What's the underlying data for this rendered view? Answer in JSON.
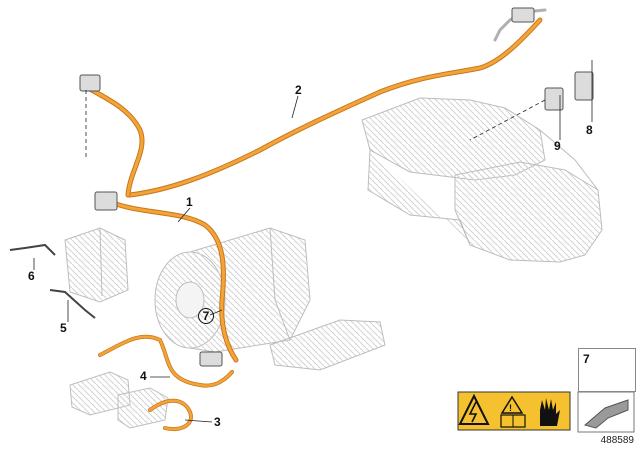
{
  "diagram": {
    "callouts": [
      "1",
      "2",
      "3",
      "4",
      "5",
      "6",
      "7",
      "8",
      "9"
    ],
    "legend_number": "7",
    "diagram_id": "488589",
    "colors": {
      "cable": "#f2a43a",
      "cable_dark": "#c9771a",
      "part_outline": "#b8b8b8",
      "part_fill": "#ececec",
      "warning_yellow": "#f5c12e"
    },
    "icons": [
      "high-voltage-warning-icon",
      "caution-triangle-icon",
      "manual-info-icon",
      "protective-glove-icon",
      "torque-wrench-icon",
      "bolt-icon"
    ]
  }
}
